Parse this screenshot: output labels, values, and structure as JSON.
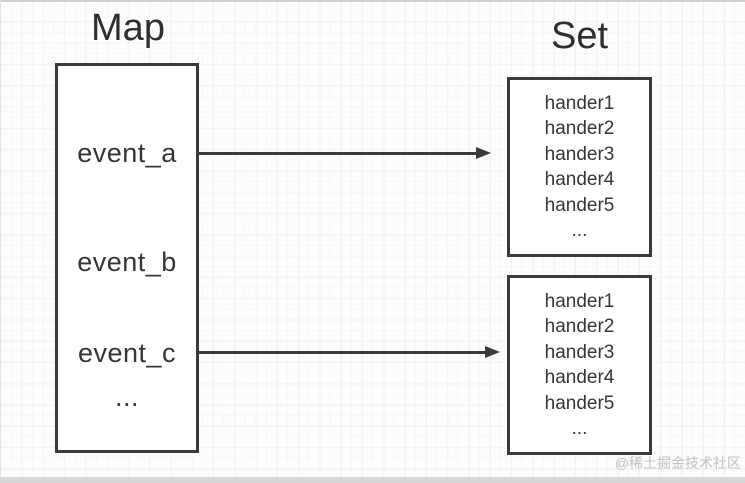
{
  "page": {
    "watermark": "@稀土掘金技术社区"
  },
  "map": {
    "title": "Map",
    "items": [
      "event_a",
      "event_b",
      "event_c",
      "..."
    ]
  },
  "set": {
    "title": "Set"
  },
  "sets": [
    {
      "items": [
        "hander1",
        "hander2",
        "hander3",
        "hander4",
        "hander5",
        "..."
      ]
    },
    {
      "items": [
        "hander1",
        "hander2",
        "hander3",
        "hander4",
        "hander5",
        "..."
      ]
    }
  ],
  "colors": {
    "stroke": "#3a3a3a",
    "grid": "#ebebeb",
    "watermark": "#c3c3c3"
  }
}
